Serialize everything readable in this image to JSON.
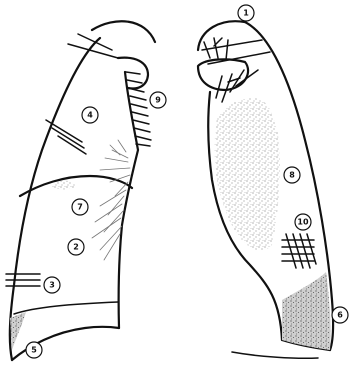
{
  "diagram": {
    "markers": [
      {
        "id": "m1",
        "label": "1"
      },
      {
        "id": "m2",
        "label": "2"
      },
      {
        "id": "m3",
        "label": "3"
      },
      {
        "id": "m4",
        "label": "4"
      },
      {
        "id": "m5",
        "label": "5"
      },
      {
        "id": "m6",
        "label": "6"
      },
      {
        "id": "m7",
        "label": "7"
      },
      {
        "id": "m8",
        "label": "8"
      },
      {
        "id": "m9",
        "label": "9"
      },
      {
        "id": "m10",
        "label": "10"
      }
    ]
  }
}
